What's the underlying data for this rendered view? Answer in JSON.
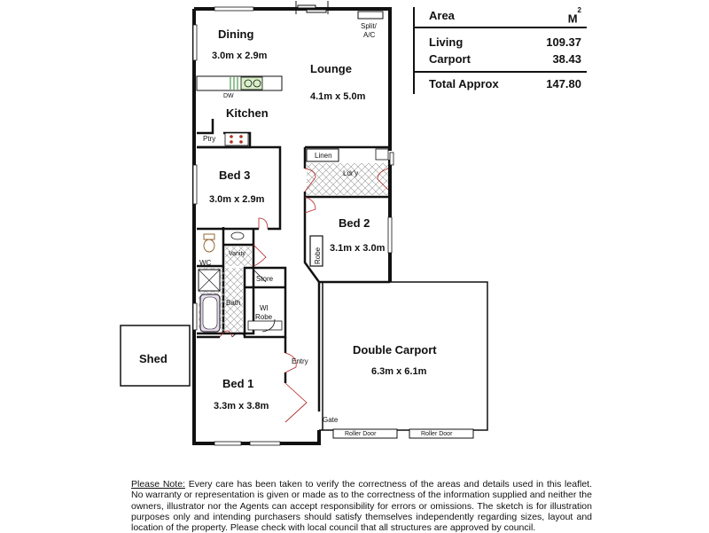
{
  "area_table": {
    "header": "Area",
    "unit": "M",
    "unit_power": "2",
    "rows": [
      {
        "label": "Living",
        "value": "109.37"
      },
      {
        "label": "Carport",
        "value": "38.43"
      }
    ],
    "total": {
      "label": "Total Approx",
      "value": "147.80"
    }
  },
  "rooms": {
    "dining": {
      "name": "Dining",
      "dims": "3.0m x 2.9m"
    },
    "lounge": {
      "name": "Lounge",
      "dims": "4.1m x 5.0m"
    },
    "kitchen": {
      "name": "Kitchen"
    },
    "bed3": {
      "name": "Bed 3",
      "dims": "3.0m x 2.9m"
    },
    "bed2": {
      "name": "Bed 2",
      "dims": "3.1m x 3.0m"
    },
    "bed1": {
      "name": "Bed 1",
      "dims": "3.3m x 3.8m"
    },
    "carport": {
      "name": "Double Carport",
      "dims": "6.3m x 6.1m"
    },
    "shed": {
      "name": "Shed"
    }
  },
  "small_labels": {
    "split_ac_1": "Split/",
    "split_ac_2": "A/C",
    "dw": "DW",
    "ptry": "Ptry",
    "linen": "Linen",
    "ldry": "Ldr'y",
    "robe": "Robe",
    "vanity": "Vanity",
    "wc": "WC",
    "store": "Store",
    "bath": "Bath",
    "wi_1": "WI",
    "wi_2": "Robe",
    "entry": "Entry",
    "gate": "Gate",
    "roller_door_1": "Roller Door",
    "roller_door_2": "Roller Door"
  },
  "disclaimer": {
    "lead": "Please Note:",
    "text": "  Every care has been taken to verify the correctness of the areas and details used in this leaflet. No warranty or representation is given or made as to the correctness of the information supplied and neither the owners, illustrator nor the Agents can accept responsibility for errors or omissions. The sketch is for illustration purposes only and intending purchasers should satisfy themselves independently regarding sizes, layout and location of the property. Please check with local council that all structures are approved by council."
  }
}
